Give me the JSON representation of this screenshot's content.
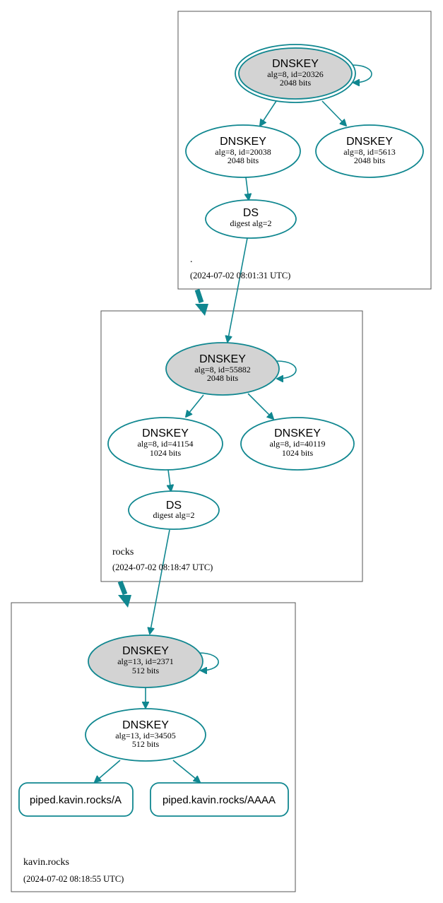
{
  "zones": {
    "root": {
      "name": ".",
      "timestamp": "(2024-07-02 08:01:31 UTC)",
      "ksk": {
        "title": "DNSKEY",
        "line1": "alg=8, id=20326",
        "line2": "2048 bits"
      },
      "zsk1": {
        "title": "DNSKEY",
        "line1": "alg=8, id=20038",
        "line2": "2048 bits"
      },
      "zsk2": {
        "title": "DNSKEY",
        "line1": "alg=8, id=5613",
        "line2": "2048 bits"
      },
      "ds": {
        "title": "DS",
        "line1": "digest alg=2"
      }
    },
    "rocks": {
      "name": "rocks",
      "timestamp": "(2024-07-02 08:18:47 UTC)",
      "ksk": {
        "title": "DNSKEY",
        "line1": "alg=8, id=55882",
        "line2": "2048 bits"
      },
      "zsk1": {
        "title": "DNSKEY",
        "line1": "alg=8, id=41154",
        "line2": "1024 bits"
      },
      "zsk2": {
        "title": "DNSKEY",
        "line1": "alg=8, id=40119",
        "line2": "1024 bits"
      },
      "ds": {
        "title": "DS",
        "line1": "digest alg=2"
      }
    },
    "kavin": {
      "name": "kavin.rocks",
      "timestamp": "(2024-07-02 08:18:55 UTC)",
      "ksk": {
        "title": "DNSKEY",
        "line1": "alg=13, id=2371",
        "line2": "512 bits"
      },
      "zsk": {
        "title": "DNSKEY",
        "line1": "alg=13, id=34505",
        "line2": "512 bits"
      },
      "rr_a": "piped.kavin.rocks/A",
      "rr_aaaa": "piped.kavin.rocks/AAAA"
    }
  },
  "colors": {
    "edge": "#108790",
    "ksk_fill": "#d3d3d3",
    "zone_border": "#555555"
  }
}
